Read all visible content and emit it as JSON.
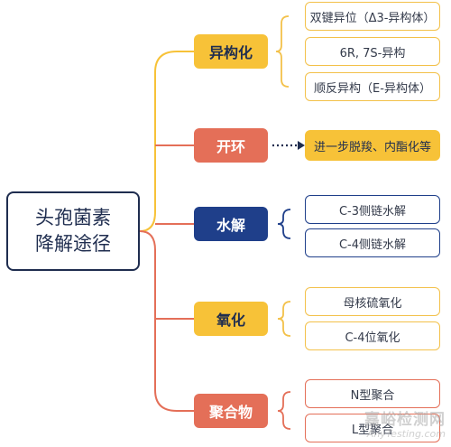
{
  "root": {
    "line1": "头孢菌素",
    "line2": "降解途径"
  },
  "branches": [
    {
      "label": "异构化",
      "leaves": [
        "双键异位（Δ3-异构体）",
        "6R, 7S-异构",
        "顺反异构（E-异构体）"
      ]
    },
    {
      "label": "开环",
      "leaves": [
        "进一步脱羧、内酯化等"
      ]
    },
    {
      "label": "水解",
      "leaves": [
        "C-3侧链水解",
        "C-4侧链水解"
      ]
    },
    {
      "label": "氧化",
      "leaves": [
        "母核硫氧化",
        "C-4位氧化"
      ]
    },
    {
      "label": "聚合物",
      "leaves": [
        "N型聚合",
        "L型聚合"
      ]
    }
  ],
  "colors": {
    "yellow": "#f7c238",
    "red": "#e46f58",
    "navy": "#1f2d4f",
    "blue": "#1f3f8a"
  },
  "watermark": {
    "cn": "嘉峪检测网",
    "en": "AnyTesting.com"
  }
}
